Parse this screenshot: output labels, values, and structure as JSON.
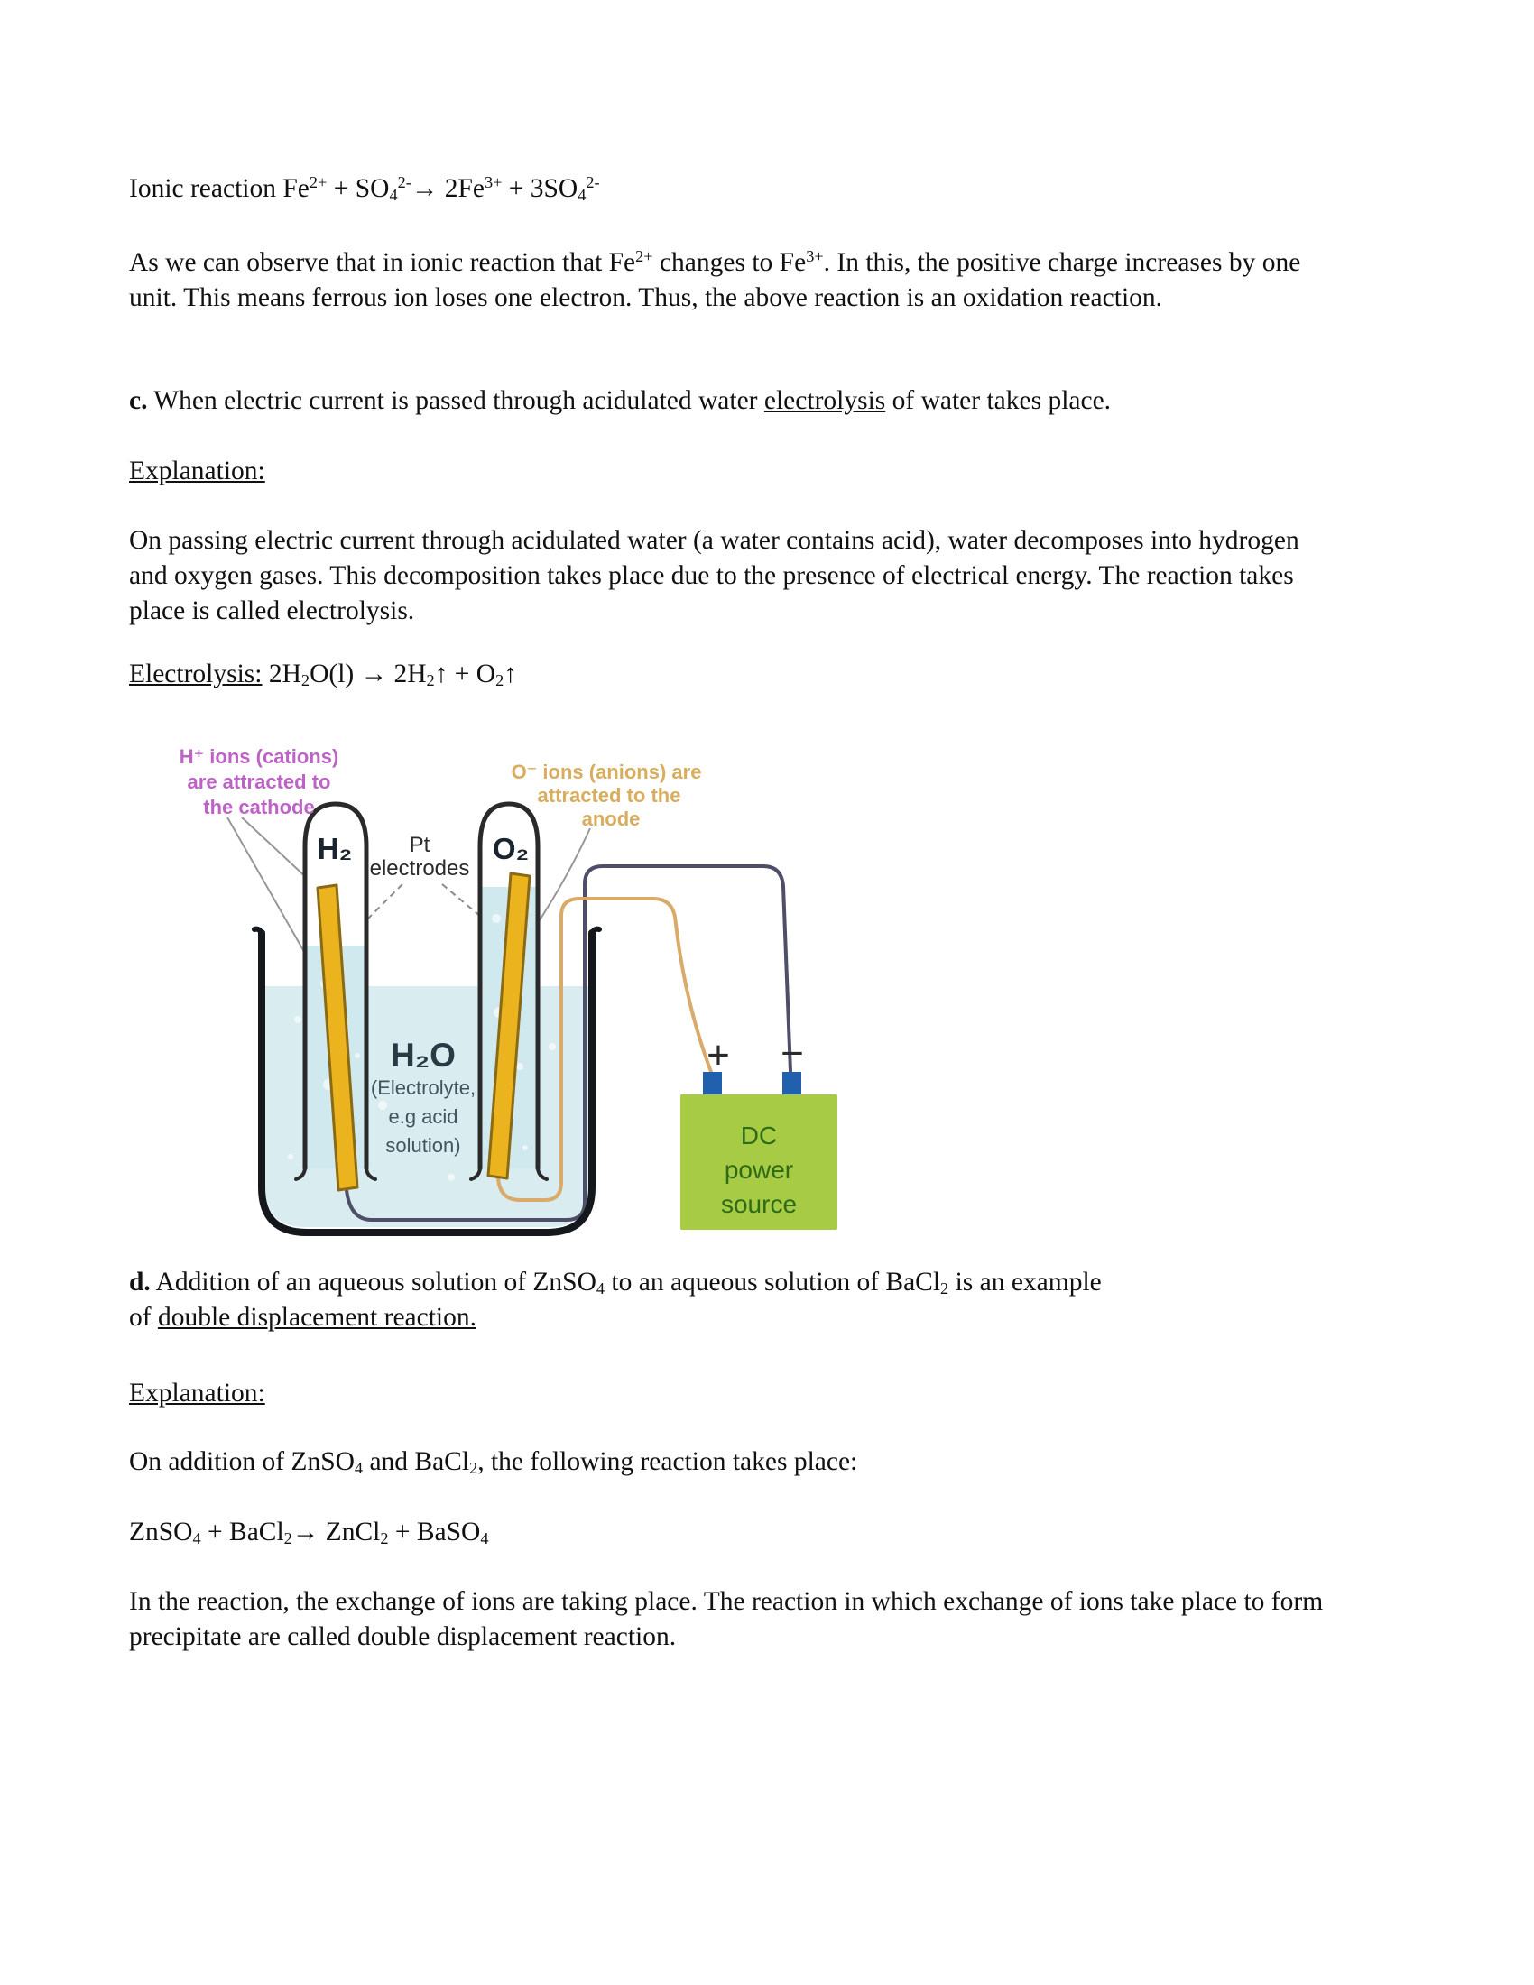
{
  "content": {
    "ionic_line": [
      {
        "t": "Ionic reaction Fe"
      },
      {
        "t": "2+",
        "sup": 1
      },
      {
        "t": " + SO"
      },
      {
        "t": "4",
        "sub": 1
      },
      {
        "t": "2-",
        "sup": 1
      },
      {
        "t": "→ 2Fe"
      },
      {
        "t": "3+",
        "sup": 1
      },
      {
        "t": " + 3SO"
      },
      {
        "t": "4",
        "sub": 1
      },
      {
        "t": "2-",
        "sup": 1
      }
    ],
    "para_oxidation": [
      {
        "t": "As we can observe that in ionic reaction that Fe"
      },
      {
        "t": "2+",
        "sup": 1
      },
      {
        "t": " changes to Fe"
      },
      {
        "t": "3+",
        "sup": 1
      },
      {
        "t": ". In this, the positive charge increases by one unit. This means ferrous ion loses one electron. Thus, the above reaction is an oxidation reaction."
      }
    ],
    "item_c": [
      {
        "t": "c.",
        "b": 1
      },
      {
        "t": " When electric current is passed through acidulated water "
      },
      {
        "t": "electrolysis",
        "u": 1
      },
      {
        "t": " of water takes place."
      }
    ],
    "explanation_c": [
      {
        "t": "Explanation:",
        "u": 1
      }
    ],
    "para_electrolysis": [
      {
        "t": "On passing electric current through acidulated water (a water contains acid), water decomposes into hydrogen and oxygen gases. This decomposition takes place due to the presence of electrical energy. The reaction takes place is called electrolysis."
      }
    ],
    "electrolysis_equation": [
      {
        "t": "Electrolysis:",
        "u": 1
      },
      {
        "t": " 2H"
      },
      {
        "t": "2",
        "sub": 1
      },
      {
        "t": "O(l) → 2H"
      },
      {
        "t": "2",
        "sub": 1
      },
      {
        "t": "↑ + O"
      },
      {
        "t": "2",
        "sub": 1
      },
      {
        "t": "↑"
      }
    ],
    "item_d": [
      {
        "t": "d.",
        "b": 1
      },
      {
        "t": " Addition of an aqueous solution of ZnSO"
      },
      {
        "t": "4",
        "sub": 1
      },
      {
        "t": " to an aqueous solution of BaCl"
      },
      {
        "t": "2",
        "sub": 1
      },
      {
        "t": " is an example"
      },
      {
        "br": 1
      },
      {
        "t": "of "
      },
      {
        "t": "double displacement reaction.",
        "u": 1
      }
    ],
    "explanation_d": [
      {
        "t": "Explanation:",
        "u": 1
      }
    ],
    "para_addition": [
      {
        "t": "On addition of ZnSO"
      },
      {
        "t": "4",
        "sub": 1
      },
      {
        "t": " and BaCl"
      },
      {
        "t": "2",
        "sub": 1
      },
      {
        "t": ", the following reaction takes place:"
      }
    ],
    "equation_d": [
      {
        "t": "ZnSO"
      },
      {
        "t": "4",
        "sub": 1
      },
      {
        "t": " + BaCl"
      },
      {
        "t": "2",
        "sub": 1
      },
      {
        "t": "→ ZnCl"
      },
      {
        "t": "2",
        "sub": 1
      },
      {
        "t": " + BaSO"
      },
      {
        "t": "4",
        "sub": 1
      }
    ],
    "para_exchange": [
      {
        "t": "In the reaction, the exchange of ions are taking place. The reaction in which exchange of ions take place to form precipitate are called double displacement reaction."
      }
    ]
  },
  "diagram": {
    "cathode_label": {
      "line1": "H⁺ ions (cations)",
      "line2": "are attracted to",
      "line3": "the cathode"
    },
    "anode_label": {
      "line1": "O⁻ ions (anions) are",
      "line2": "attracted to the",
      "line3": "anode"
    },
    "left_tube_gas": "H₂",
    "right_tube_gas": "O₂",
    "electrode_label": {
      "line1": "Pt",
      "line2": "electrodes"
    },
    "electrolyte_label": {
      "line1": "H₂O",
      "line2": "(Electrolyte,",
      "line3": "e.g acid",
      "line4": "solution)"
    },
    "positive_sign": "+",
    "negative_sign": "−",
    "power_source": {
      "line1": "DC",
      "line2": "power",
      "line3": "source"
    },
    "colors": {
      "cathode_text": "#bd63c5",
      "anode_text": "#d8ad5e",
      "electrode_fill": "#ebb41f",
      "beaker_liquid": "#d9edf1",
      "tube_liquid": "#cfe9ee",
      "wire_cathode": "#4e4e68",
      "wire_anode": "#d9aa6a",
      "terminal": "#2060ae",
      "power_box": "#a7cb44",
      "power_text": "#2e6b17"
    }
  }
}
